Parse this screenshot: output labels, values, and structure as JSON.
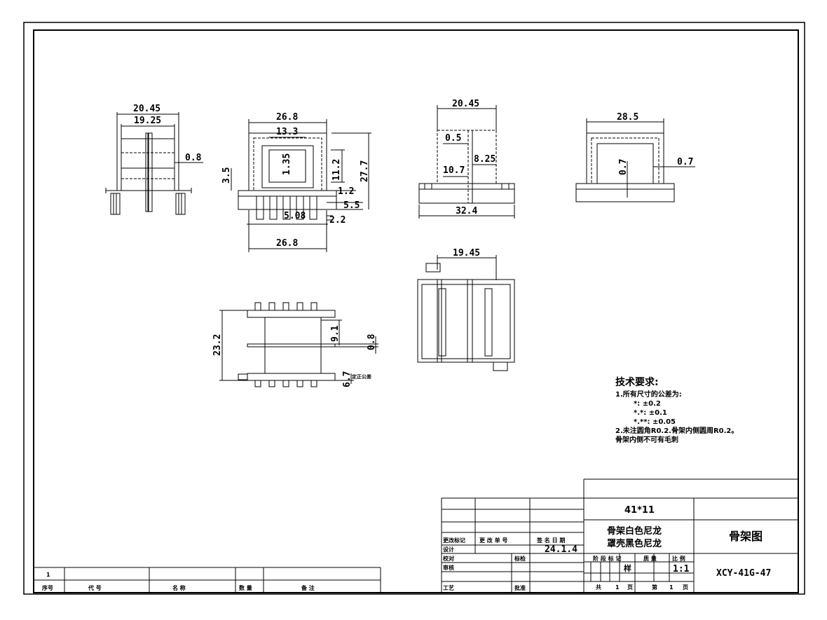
{
  "drawing": {
    "views": {
      "side_left": {
        "dims": [
          "20.45",
          "19.25",
          "0.8"
        ]
      },
      "front": {
        "dims": [
          "26.8",
          "13.3",
          "1.35",
          "11.2",
          "27.7",
          "3.5",
          "1.2",
          "5.5",
          "5.08",
          "2.2",
          "26.8"
        ]
      },
      "middle_top": {
        "dims": [
          "20.45",
          "0.5",
          "8.25",
          "10.7",
          "32.4"
        ]
      },
      "right": {
        "dims": [
          "28.5",
          "0.7",
          "0.7"
        ]
      },
      "bottom": {
        "dims": [
          "23.2",
          "9.1",
          "0.8",
          "6.7"
        ],
        "note": "定正公差"
      },
      "middle_bottom": {
        "dims": [
          "19.45"
        ]
      }
    },
    "tech_requirements": {
      "title": "技术要求:",
      "lines": [
        "1.所有尺寸的公差为:",
        "*:       ±0.2",
        "*.*:    ±0.1",
        "*.**:  ±0.05",
        "2.未注圆角R0.2.骨架内侧圆周R0.2。",
        "骨架内侧不可有毛刺"
      ]
    }
  },
  "title_block": {
    "model": "41*11",
    "material_line1": "骨架白色尼龙",
    "material_line2": "罩壳黑色尼龙",
    "drawing_name": "骨架图",
    "drawing_no": "XCY-41G-47",
    "scale": "1:1",
    "sample_mark": "样",
    "stage_headers": [
      "阶 段 标 记",
      "质 量",
      "比 例"
    ],
    "pages": {
      "total_label": "共",
      "total": "1",
      "page_unit": "页",
      "current_label": "第",
      "current": "1"
    },
    "revision_headers": [
      "更改标记",
      "更 改 单 号",
      "签 名 日 期"
    ],
    "date": "24.1.4",
    "roles": [
      "设计",
      "校对",
      "审核",
      "工艺"
    ],
    "roles_right": [
      "标检",
      "批准"
    ]
  },
  "parts_list": {
    "row_number": "1",
    "headers": [
      "序号",
      "代      号",
      "名      称",
      "数 量",
      "备          注"
    ]
  }
}
